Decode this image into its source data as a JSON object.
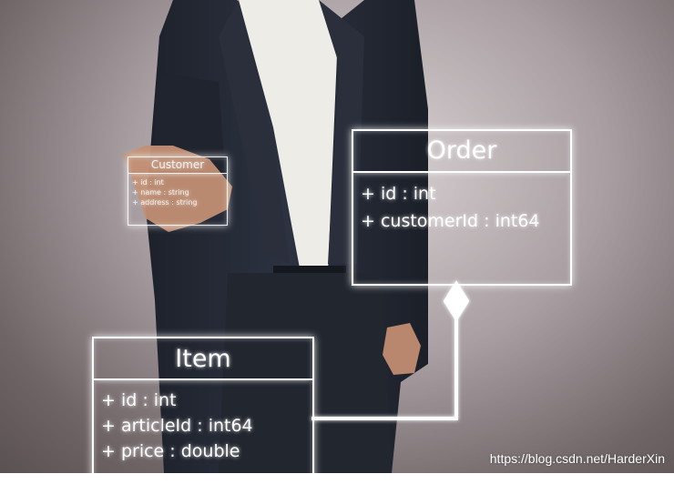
{
  "diagram": {
    "customer": {
      "title": "Customer",
      "attributes": [
        "+ id : int",
        "+ name : string",
        "+ address : string"
      ]
    },
    "order": {
      "title": "Order",
      "attributes": [
        "+ id : int",
        "+ customerId : int64"
      ]
    },
    "item": {
      "title": "Item",
      "attributes": [
        "+ id : int",
        "+ articleId : int64",
        "+ price : double"
      ]
    }
  },
  "watermark": "https://blog.csdn.net/HarderXin",
  "colors": {
    "background": "#a99fa2",
    "suit": "#252a36",
    "shirt": "#eeece6",
    "skin": "#c28f74",
    "diagram_line": "#ffffff"
  }
}
